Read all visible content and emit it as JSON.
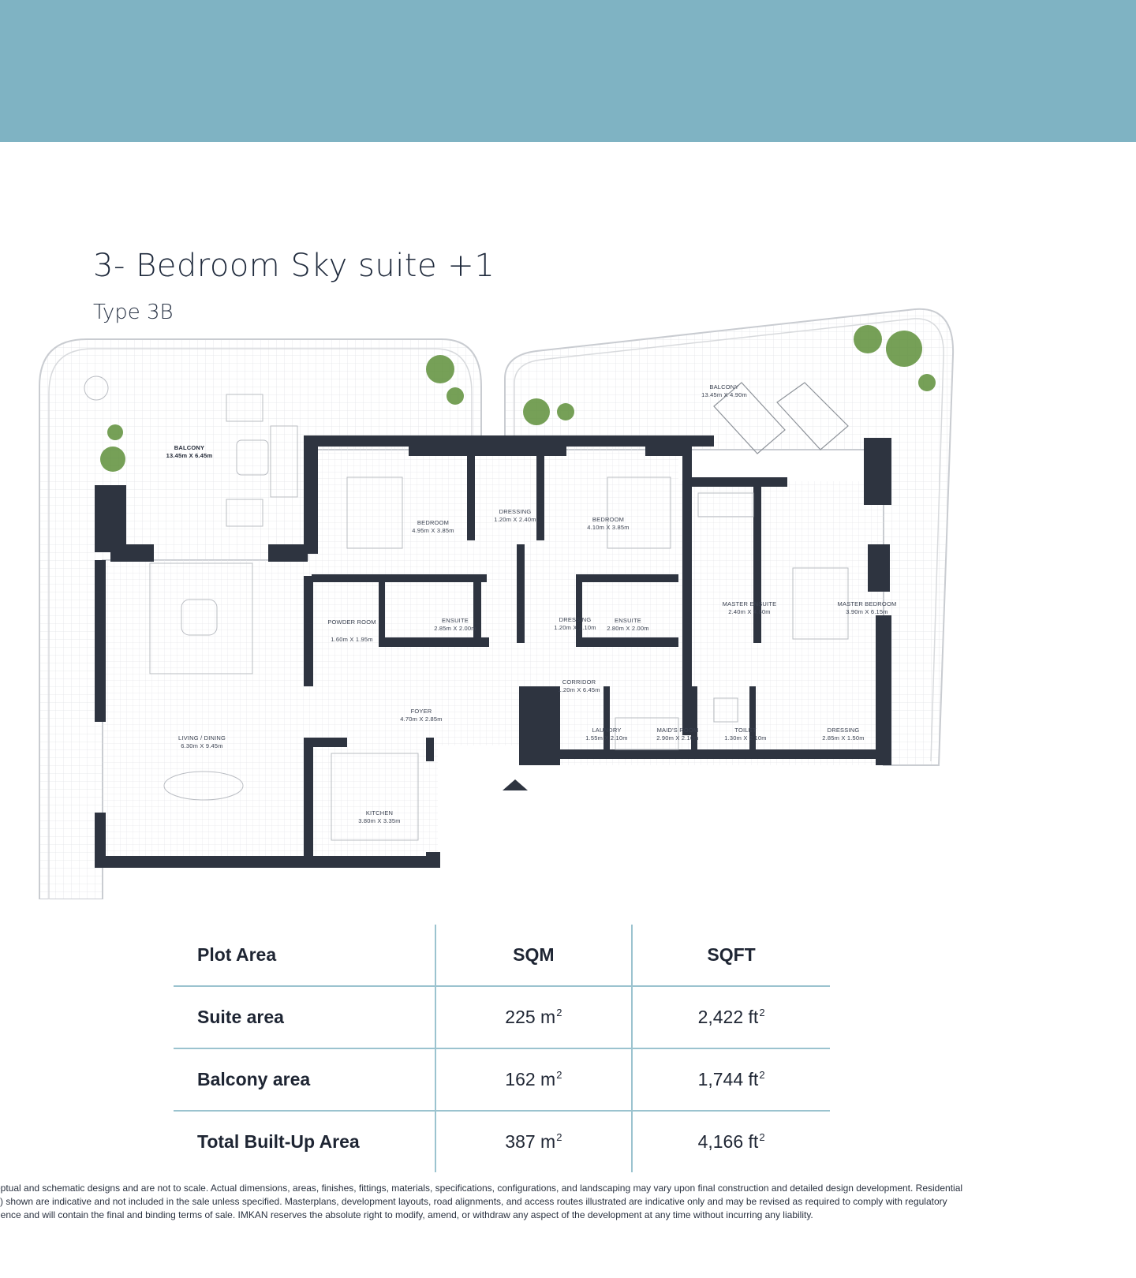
{
  "title": "3- Bedroom Sky suite +1",
  "subtitle": "Type 3B",
  "rooms": [
    {
      "name": "BALCONY",
      "dims": "13.45m X 6.45m"
    },
    {
      "name": "BALCONY",
      "dims": "13.45m X 4.90m"
    },
    {
      "name": "BEDROOM",
      "dims": "4.95m X 3.85m"
    },
    {
      "name": "DRESSING",
      "dims": "1.20m X 2.40m"
    },
    {
      "name": "BEDROOM",
      "dims": "4.10m X 3.85m"
    },
    {
      "name": "MASTER ENSUITE",
      "dims": "2.40m X 4.80m"
    },
    {
      "name": "MASTER BEDROOM",
      "dims": "3.90m X 6.15m"
    },
    {
      "name": "POWDER ROOM",
      "dims": "1.60m X 1.95m"
    },
    {
      "name": "ENSUITE",
      "dims": "2.85m X 2.00m"
    },
    {
      "name": "DRESSING",
      "dims": "1.20m X 2.10m"
    },
    {
      "name": "ENSUITE",
      "dims": "2.80m X 2.00m"
    },
    {
      "name": "CORRIDOR",
      "dims": "1.20m X 6.45m"
    },
    {
      "name": "FOYER",
      "dims": "4.70m X 2.85m"
    },
    {
      "name": "LIVING / DINING",
      "dims": "6.30m X 9.45m"
    },
    {
      "name": "LAUNDRY",
      "dims": "1.55m X 2.10m"
    },
    {
      "name": "MAID'S ROOM",
      "dims": "2.90m X 2.10m"
    },
    {
      "name": "TOILET",
      "dims": "1.30m X 2.10m"
    },
    {
      "name": "DRESSING",
      "dims": "2.85m X 1.50m"
    },
    {
      "name": "KITCHEN",
      "dims": "3.80m X 3.35m"
    }
  ],
  "table": {
    "headers": [
      "Plot Area",
      "SQM",
      "SQFT"
    ],
    "rows": [
      {
        "label": "Suite area",
        "sqm": "225 m",
        "sqft": "2,422 ft"
      },
      {
        "label": "Balcony area",
        "sqm": "162 m",
        "sqft": "1,744 ft"
      },
      {
        "label": "Total Built-Up Area",
        "sqm": "387 m",
        "sqft": "4,166 ft"
      }
    ],
    "exponent": "2"
  },
  "disclaimer": [
    "eptual and schematic designs and are not to scale. Actual dimensions, areas, finishes, fittings, materials, specifications, configurations, and landscaping may vary upon final construction and detailed design development. Residential",
    "s) shown are indicative and not included in the sale unless specified. Masterplans, development layouts, road alignments, and access routes illustrated are indicative only and may be revised as required to comply with regulatory",
    "dence and will contain the final and binding terms of sale. IMKAN reserves the absolute right to modify, amend, or withdraw any aspect of the development at any time without incurring any liability."
  ],
  "colors": {
    "header_band": "#7fb3c3",
    "wall": "#2e3440",
    "table_rule": "#9bc3cf",
    "text": "#1e2533"
  }
}
